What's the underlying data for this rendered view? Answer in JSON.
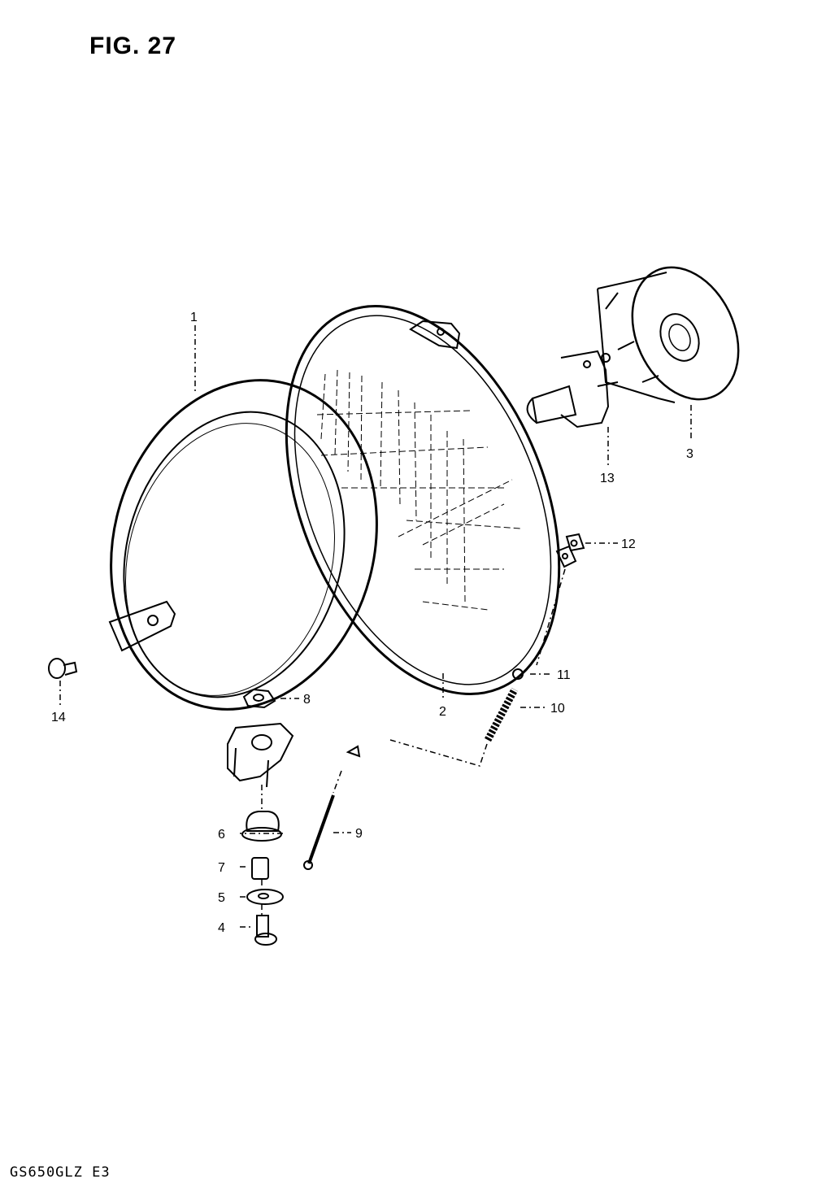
{
  "figure": {
    "title": "FIG. 27",
    "model_code": "GS650GLZ E3"
  },
  "callouts": {
    "c1": "1",
    "c2": "2",
    "c3": "3",
    "c4": "4",
    "c5": "5",
    "c6": "6",
    "c7": "7",
    "c8": "8",
    "c9": "9",
    "c10": "10",
    "c11": "11",
    "c12": "12",
    "c13": "13",
    "c14": "14"
  },
  "colors": {
    "ink": "#000000",
    "paper": "#ffffff"
  }
}
